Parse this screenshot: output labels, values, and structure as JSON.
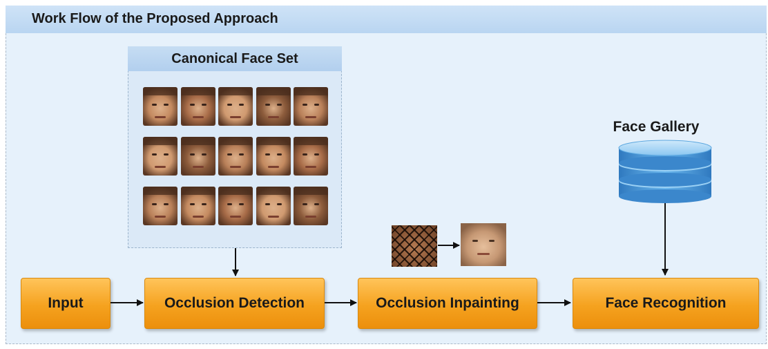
{
  "diagram": {
    "title": "Work Flow of the Proposed Approach",
    "canonical_face_set": {
      "title": "Canonical Face Set",
      "face_rows": 3,
      "faces_per_row": 5
    },
    "face_gallery": {
      "title": "Face Gallery",
      "icon": "database-icon"
    },
    "process_boxes": {
      "input": "Input",
      "occlusion_detection": "Occlusion Detection",
      "occlusion_inpainting": "Occlusion Inpainting",
      "face_recognition": "Face Recognition"
    },
    "inpainting_example": {
      "before": "occluded-face-icon",
      "after": "restored-face-icon"
    },
    "colors": {
      "process_box": "#f5a21f",
      "panel_background": "#e6f1fb",
      "title_bar": "#b9d5f1",
      "database": "#4f9fdc"
    }
  }
}
